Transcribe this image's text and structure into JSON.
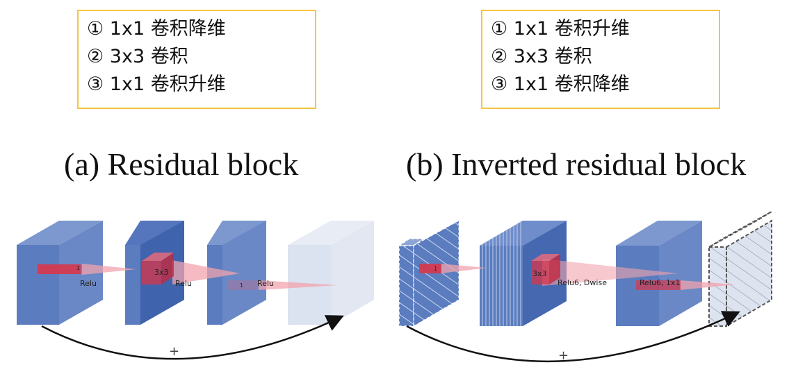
{
  "left_legend": {
    "items": [
      "① 1x1 卷积降维",
      "② 3x3 卷积",
      "③ 1x1 卷积升维"
    ],
    "border_color": "#f5c542"
  },
  "right_legend": {
    "items": [
      "① 1x1 卷积升维",
      "② 3x3 卷积",
      "③ 1x1 卷积降维"
    ],
    "border_color": "#f5c542"
  },
  "captions": {
    "left": "(a) Residual block",
    "right": "(b) Inverted residual block"
  },
  "left_diagram": {
    "kernel_labels": [
      "1",
      "3x3",
      "1"
    ],
    "activation_labels": [
      "Relu",
      "Relu",
      "Relu"
    ],
    "skip_label": "+"
  },
  "right_diagram": {
    "kernel_labels": [
      "1",
      "3x3"
    ],
    "activation_labels": [
      "Relu6, Dwise",
      "Relu6, 1x1"
    ],
    "skip_label": "+"
  },
  "colors": {
    "block_blue": "#5b7dbf",
    "block_dark": "#3f63ad",
    "block_light": "#dbe2f0",
    "kernel_red": "#d9364a",
    "arrow": "#111111"
  }
}
